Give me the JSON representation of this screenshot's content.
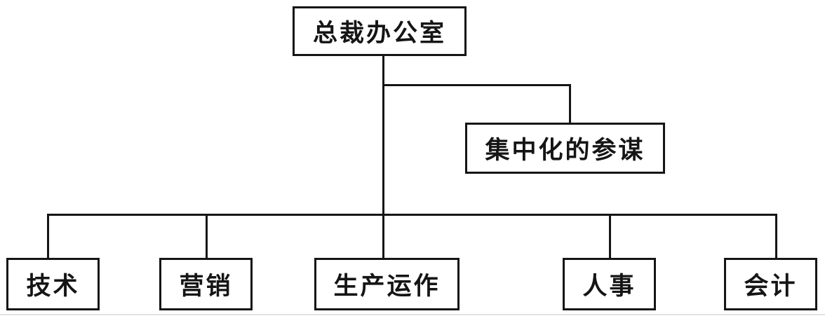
{
  "page": {
    "background_color": "#ffffff",
    "line_color": "#151515"
  },
  "org_chart": {
    "type": "org-tree",
    "root": {
      "label": "总裁办公室"
    },
    "staff": {
      "label": "集中化的参谋"
    },
    "departments": [
      {
        "label": "技术"
      },
      {
        "label": "营销"
      },
      {
        "label": "生产运作"
      },
      {
        "label": "人事"
      },
      {
        "label": "会计"
      }
    ]
  }
}
